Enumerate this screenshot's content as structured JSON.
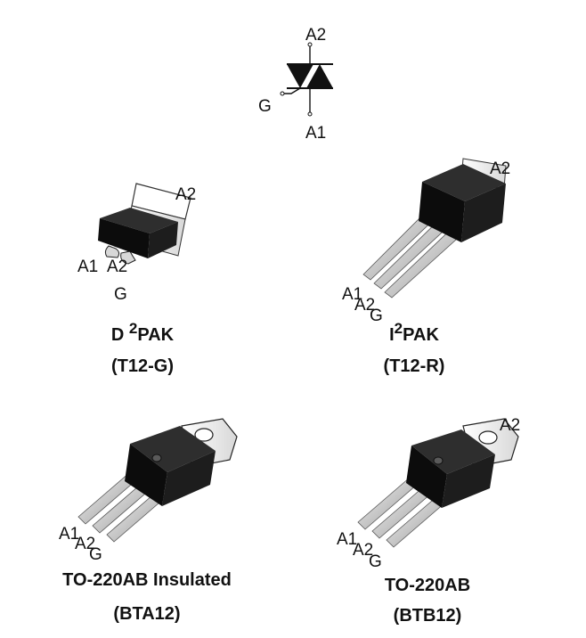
{
  "symbol": {
    "a2": "A2",
    "g": "G",
    "a1": "A1"
  },
  "packages": [
    {
      "id": "d2pak",
      "name_prefix": "D ",
      "name_sup": "2",
      "name_suffix": "PAK",
      "code": "(T12-G)",
      "pins": {
        "a2_tab": "A2",
        "a1": "A1",
        "a2": "A2",
        "g": "G"
      }
    },
    {
      "id": "i2pak",
      "name_prefix": "I",
      "name_sup": "2",
      "name_suffix": "PAK",
      "code": "(T12-R)",
      "pins": {
        "a2_tab": "A2",
        "a1": "A1",
        "a2": "A2",
        "g": "G"
      }
    },
    {
      "id": "to220ab-insulated",
      "name": "TO-220AB Insulated",
      "code": "(BTA12)",
      "pins": {
        "a1": "A1",
        "a2": "A2",
        "g": "G"
      }
    },
    {
      "id": "to220ab",
      "name": "TO-220AB",
      "code": "(BTB12)",
      "pins": {
        "a2_tab": "A2",
        "a1": "A1",
        "a2": "A2",
        "g": "G"
      }
    }
  ]
}
